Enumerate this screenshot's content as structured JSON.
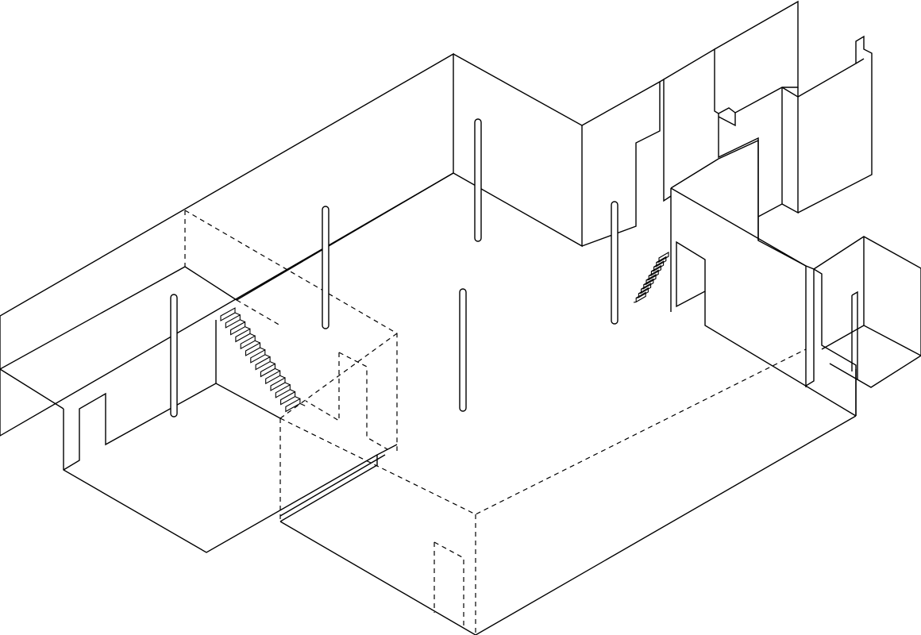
{
  "diagram": {
    "style": "isometric line drawing",
    "stroke_color": "#000000",
    "background_color": "#ffffff",
    "columns": 6,
    "stairs": 2,
    "text_labels": []
  }
}
